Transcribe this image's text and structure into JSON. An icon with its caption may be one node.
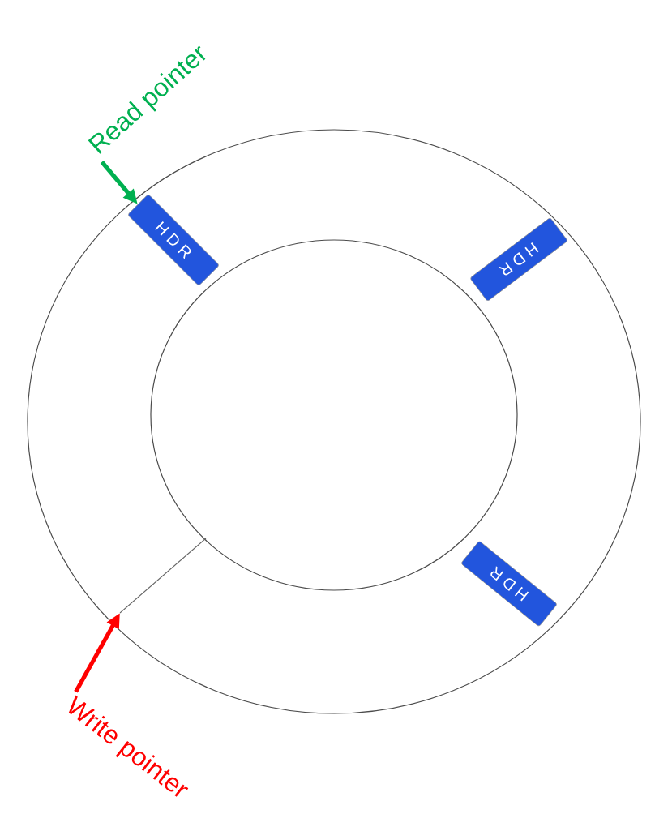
{
  "diagram": {
    "nodes": [
      {
        "text": [
          "Read pointer"
        ]
      },
      {
        "text": [
          "H D R"
        ]
      },
      {
        "text": [
          "H D R"
        ]
      },
      {
        "text": [
          "H D R"
        ]
      },
      {
        "text": [
          "Write pointer"
        ]
      }
    ],
    "edges": [
      {
        "from": 0,
        "to": 1,
        "arrow": "to",
        "color": "#00b050"
      },
      {
        "from": 4,
        "to": null,
        "arrow": "to",
        "color": "#ff0000"
      }
    ]
  }
}
